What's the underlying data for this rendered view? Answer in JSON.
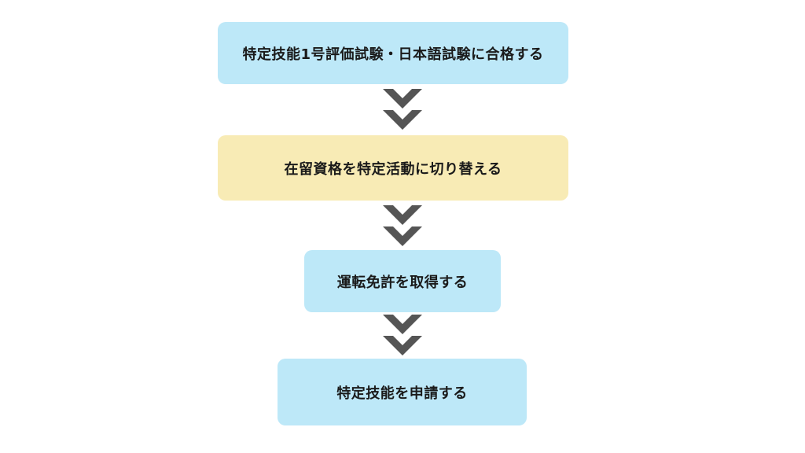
{
  "steps": [
    {
      "label": "特定技能1号評価試験・日本語試験に合格する",
      "color": "#bde8f8"
    },
    {
      "label": "在留資格を特定活動に切り替える",
      "color": "#f8ebb5"
    },
    {
      "label": "運転免許を取得する",
      "color": "#bde8f8"
    },
    {
      "label": "特定技能を申請する",
      "color": "#bde8f8"
    }
  ],
  "arrow_icon": "double-chevron-down-icon",
  "arrow_color": "#555555"
}
